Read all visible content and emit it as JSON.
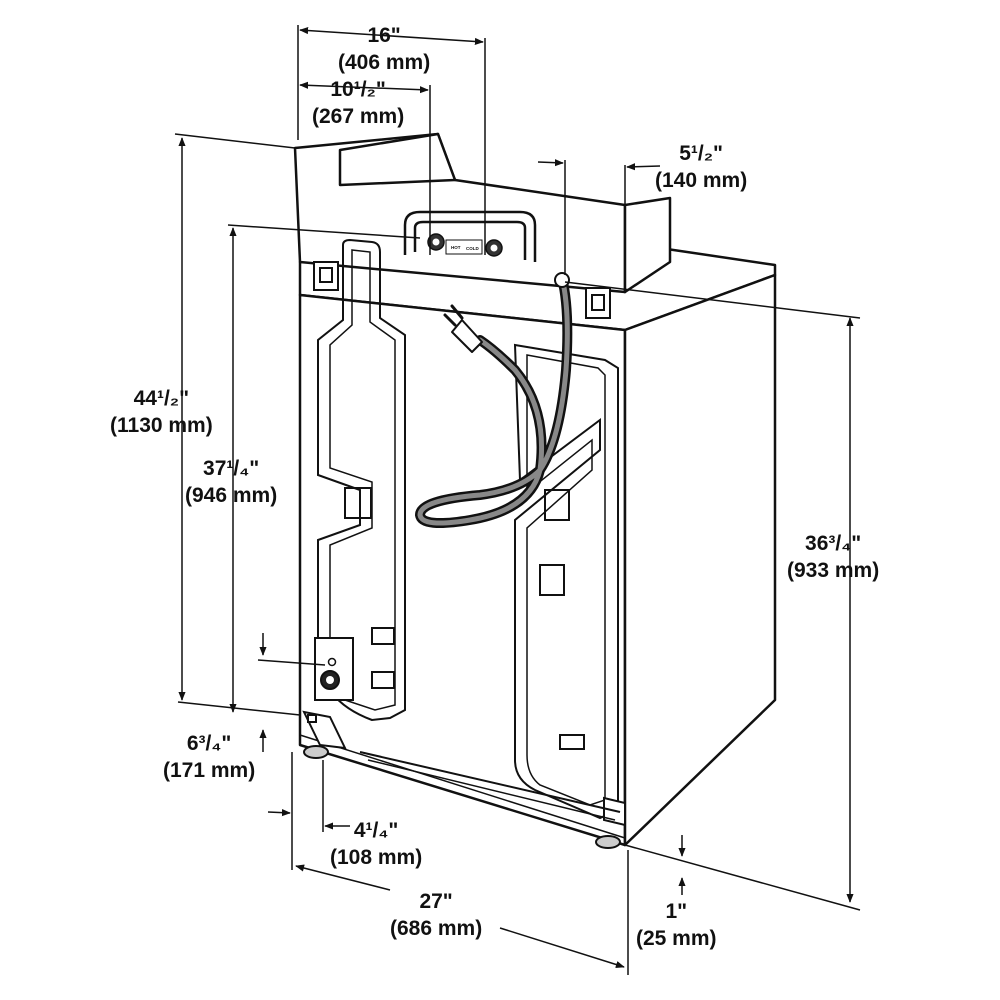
{
  "dimensions": {
    "width_top": {
      "imperial": "16\"",
      "metric": "(406 mm)"
    },
    "console_offset": {
      "imperial": "10¹/₂\"",
      "metric": "(267 mm)"
    },
    "cord_offset": {
      "imperial": "5¹/₂\"",
      "metric": "(140 mm)"
    },
    "total_height": {
      "imperial": "44¹/₂\"",
      "metric": "(1130 mm)"
    },
    "lid_height": {
      "imperial": "37¹/₄\"",
      "metric": "(946 mm)"
    },
    "cabinet_height": {
      "imperial": "36³/₄\"",
      "metric": "(933 mm)"
    },
    "drain_height": {
      "imperial": "6³/₄\"",
      "metric": "(171 mm)"
    },
    "drain_offset": {
      "imperial": "4¹/₄\"",
      "metric": "(108 mm)"
    },
    "depth": {
      "imperial": "27\"",
      "metric": "(686 mm)"
    },
    "leg_height": {
      "imperial": "1\"",
      "metric": "(25 mm)"
    }
  },
  "valve_labels": {
    "hot": "HOT",
    "cold": "COLD"
  }
}
